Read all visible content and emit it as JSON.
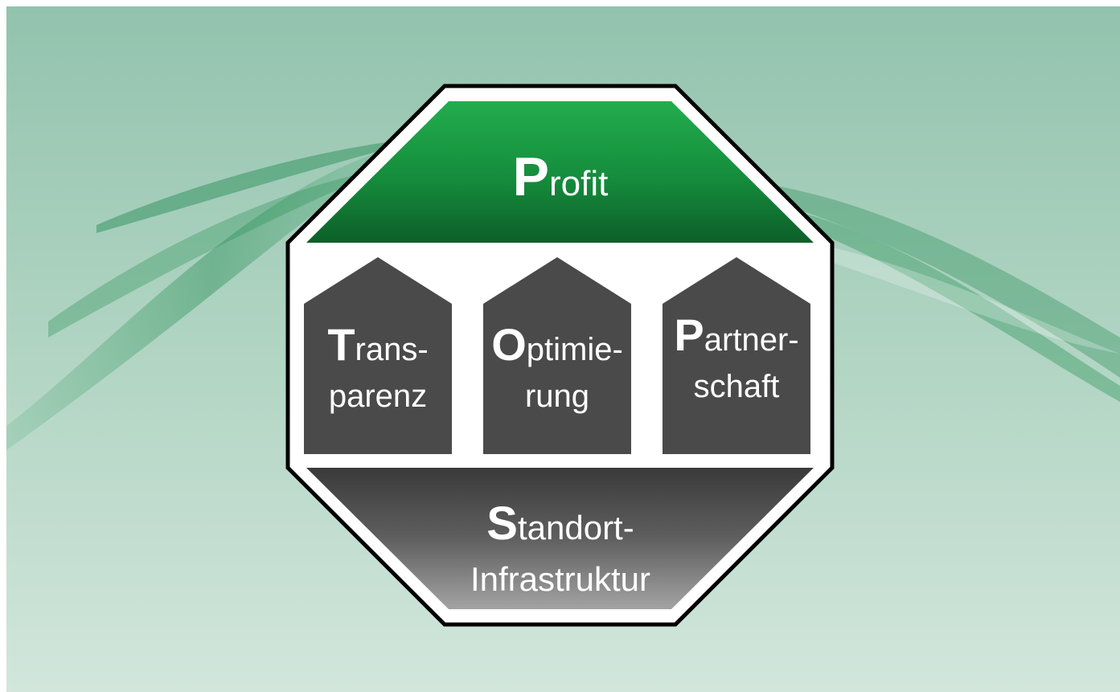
{
  "diagram": {
    "roof": {
      "initial": "P",
      "rest": "rofit"
    },
    "pillars": [
      {
        "initial": "T",
        "line1_rest": "rans-",
        "line2": "parenz"
      },
      {
        "initial": "O",
        "line1_rest": "ptimie-",
        "line2": "rung"
      },
      {
        "initial": "P",
        "line1_rest": "artner-",
        "line2": "schaft"
      }
    ],
    "foundation": {
      "initial": "S",
      "line1_rest": "tandort-",
      "line2": "Infrastruktur"
    }
  },
  "colors": {
    "background_top": "#94c4b0",
    "background_bottom": "#cfe4d9",
    "roof_green_top": "#1ea84a",
    "roof_green_bottom": "#0e6a2e",
    "pillar_gray": "#4a4a4a",
    "foundation_top": "#3c3c3c",
    "foundation_bottom": "#9a9a9a",
    "outline": "#000000"
  }
}
